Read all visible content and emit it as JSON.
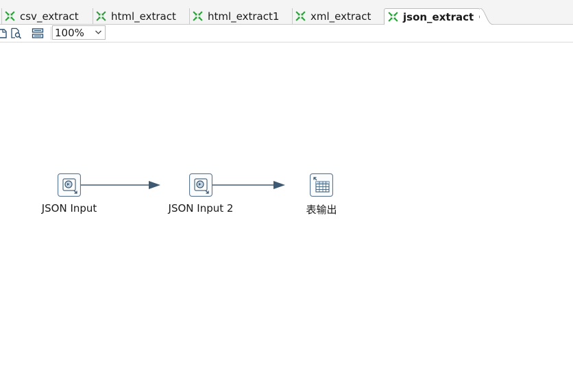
{
  "tabs": [
    {
      "label": "csv_extract",
      "active": false
    },
    {
      "label": "html_extract",
      "active": false
    },
    {
      "label": "html_extract1",
      "active": false
    },
    {
      "label": "xml_extract",
      "active": false
    },
    {
      "label": "json_extract",
      "active": true,
      "close_icon": "close-icon"
    }
  ],
  "toolbar": {
    "zoom_value": "100%",
    "icons": [
      "open-icon",
      "search-file-icon",
      "align-icon",
      "chevron-down-icon"
    ]
  },
  "canvas": {
    "steps": [
      {
        "label": "JSON Input",
        "icon": "json-input-icon"
      },
      {
        "label": "JSON Input 2",
        "icon": "json-input-icon"
      },
      {
        "label": "表输出",
        "icon": "table-output-icon"
      }
    ],
    "hops": [
      {
        "from": "JSON Input",
        "to": "JSON Input 2"
      },
      {
        "from": "JSON Input 2",
        "to": "表输出"
      }
    ]
  },
  "colors": {
    "tab_icon": "#2e9e3c",
    "hop": "#3e5a73",
    "node_border": "#5b7690"
  }
}
